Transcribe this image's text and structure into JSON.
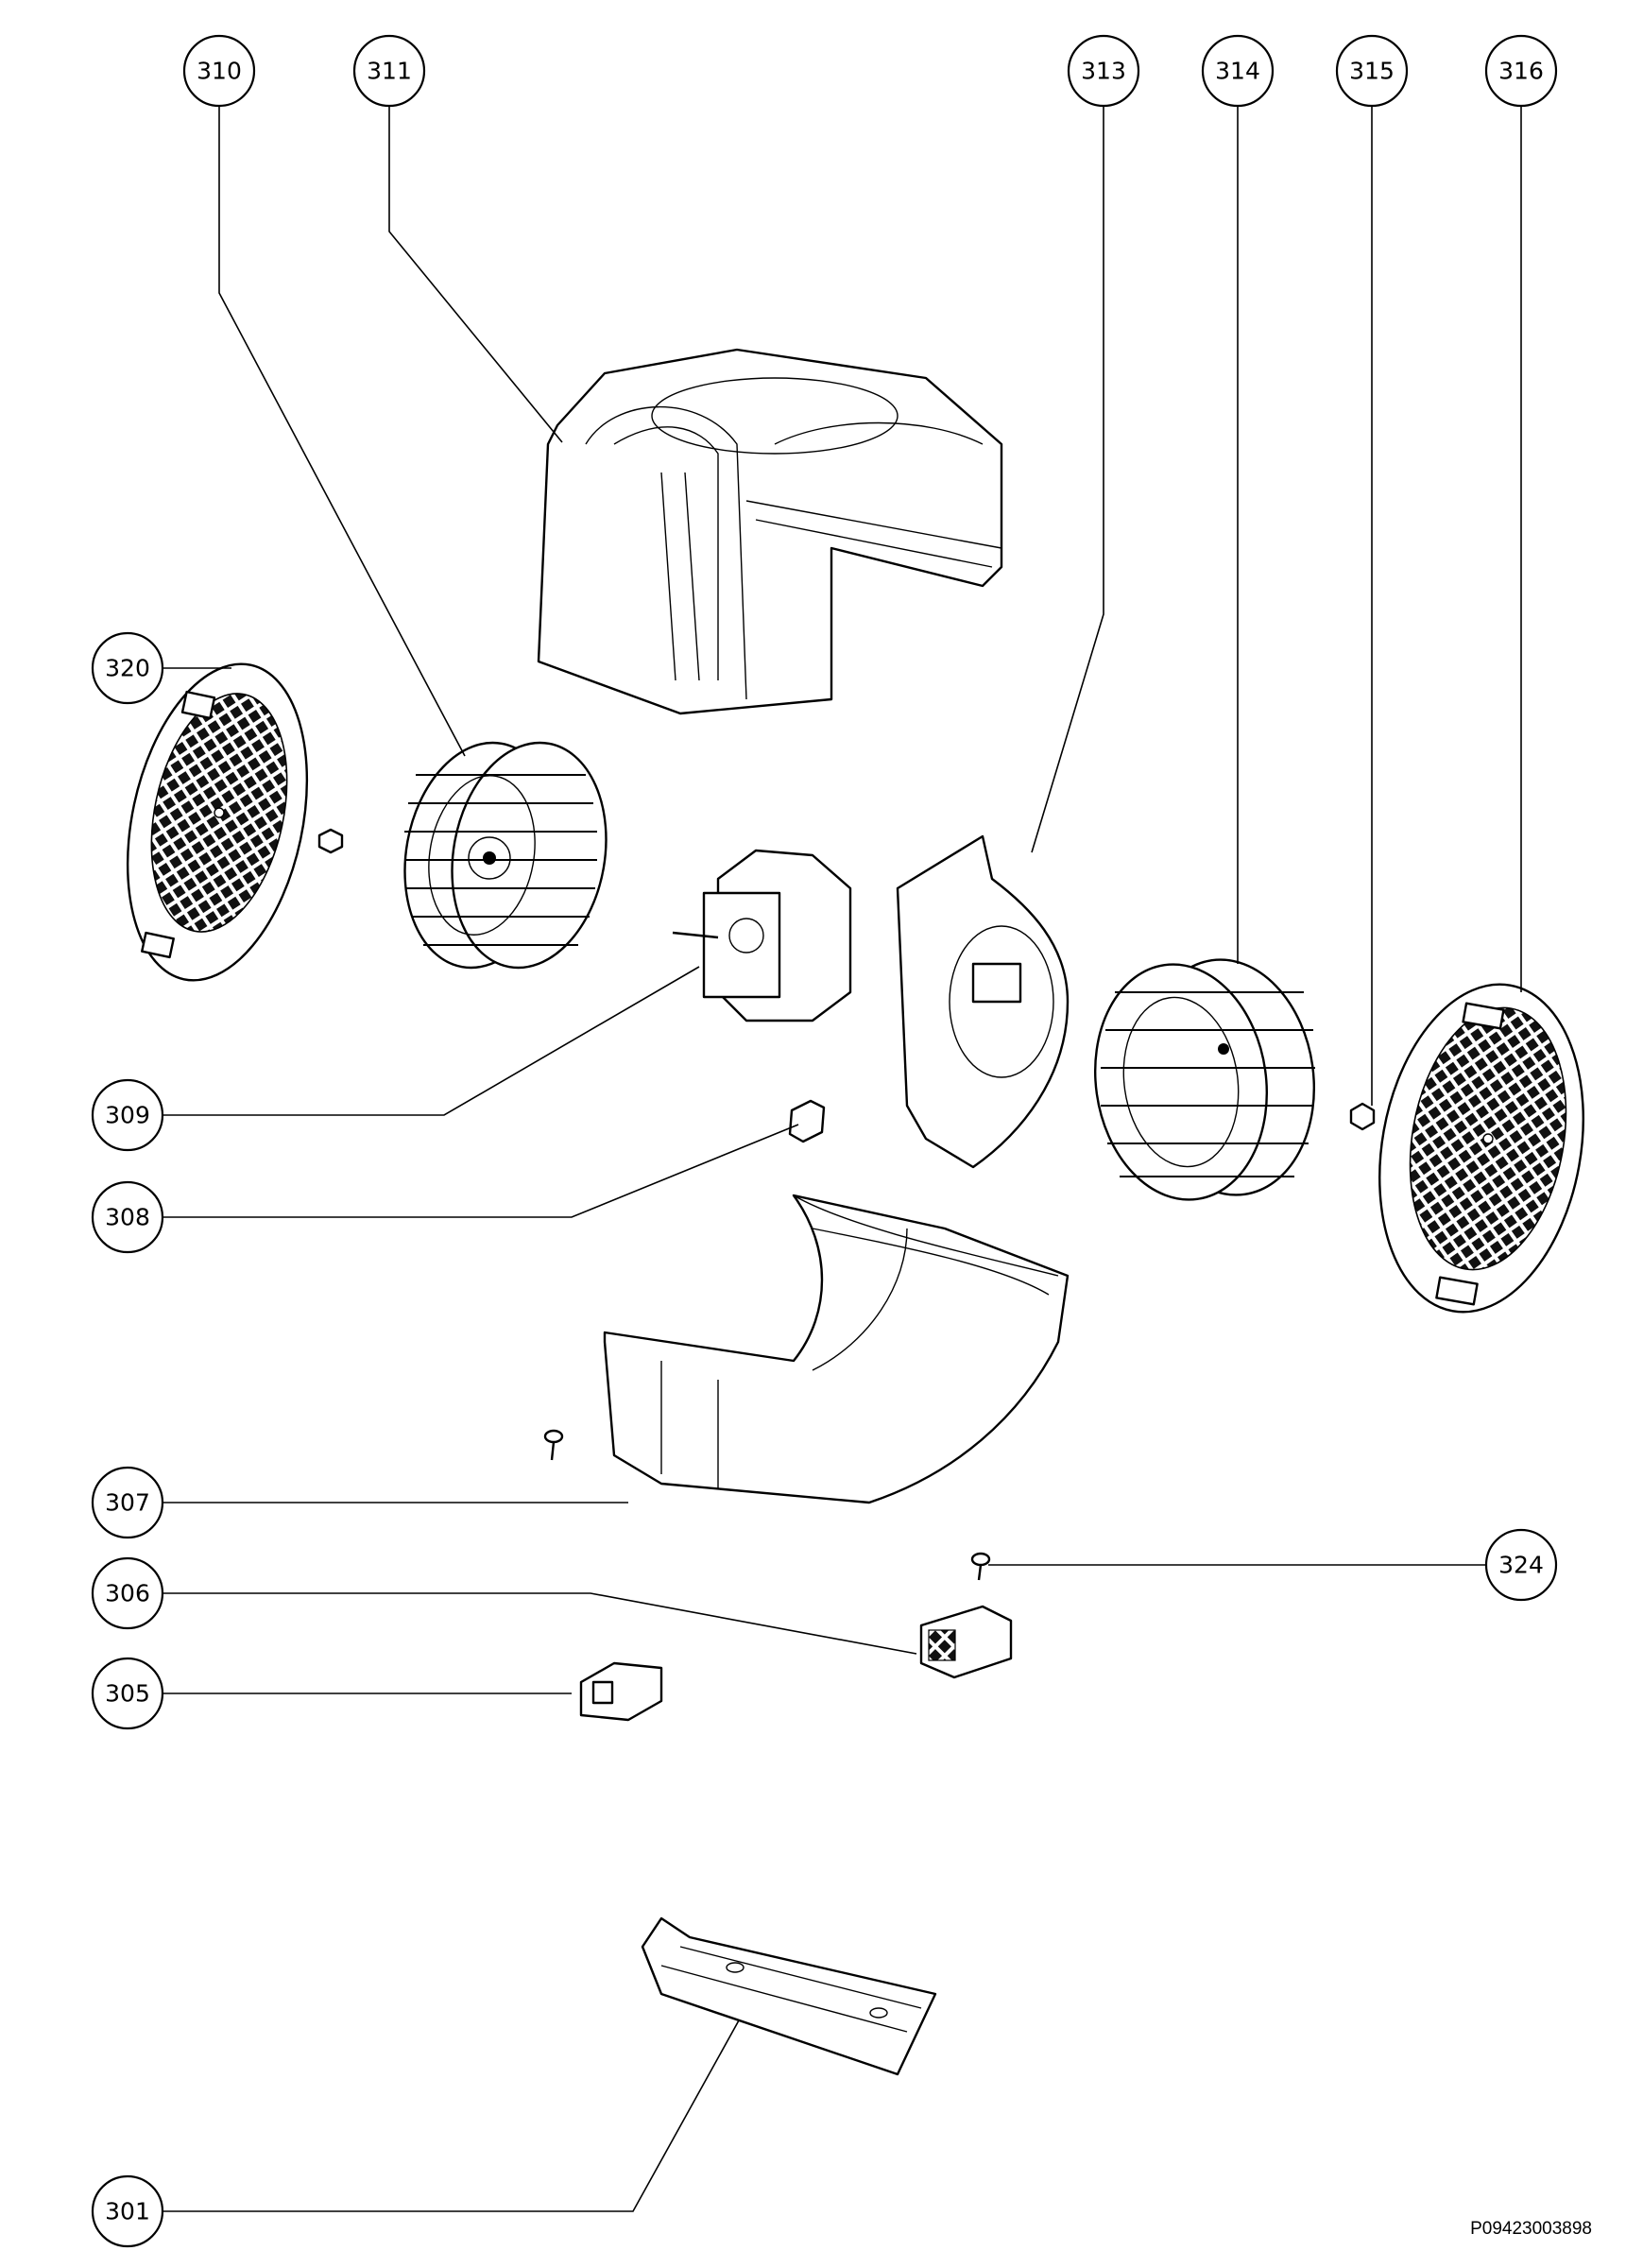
{
  "diagram": {
    "callouts": [
      {
        "id": "310",
        "label": "310"
      },
      {
        "id": "311",
        "label": "311"
      },
      {
        "id": "313",
        "label": "313"
      },
      {
        "id": "314",
        "label": "314"
      },
      {
        "id": "315",
        "label": "315"
      },
      {
        "id": "316",
        "label": "316"
      },
      {
        "id": "320",
        "label": "320"
      },
      {
        "id": "309",
        "label": "309"
      },
      {
        "id": "308",
        "label": "308"
      },
      {
        "id": "307",
        "label": "307"
      },
      {
        "id": "324",
        "label": "324"
      },
      {
        "id": "306",
        "label": "306"
      },
      {
        "id": "305",
        "label": "305"
      },
      {
        "id": "301",
        "label": "301"
      }
    ],
    "document_code": "P09423003898"
  }
}
